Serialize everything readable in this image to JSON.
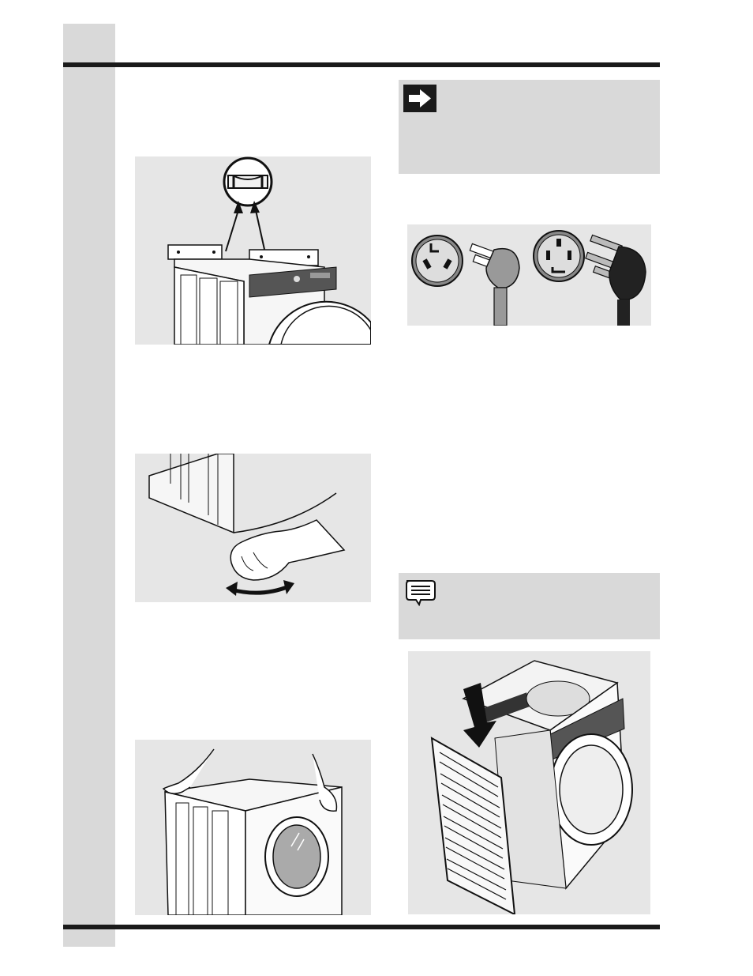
{
  "page": {
    "page_number": ""
  },
  "figures": {
    "shipping_straps": {
      "icon": "shipping-strap-removal-illustration"
    },
    "leveling_leg": {
      "icon": "leveling-leg-adjust-illustration"
    },
    "tilt_check": {
      "icon": "tilt-check-illustration"
    },
    "power_cords": {
      "icon": "power-cord-plugs-illustration"
    },
    "rear_panel": {
      "icon": "rear-panel-install-illustration"
    }
  },
  "callouts": {
    "important": {
      "icon": "arrow-right-icon"
    },
    "note": {
      "icon": "note-speech-icon"
    }
  },
  "colors": {
    "rule": "#1a1a1a",
    "side_strip": "#d9d9d9",
    "panel": "#e6e6e6",
    "callout_bg": "#d9d9d9"
  }
}
